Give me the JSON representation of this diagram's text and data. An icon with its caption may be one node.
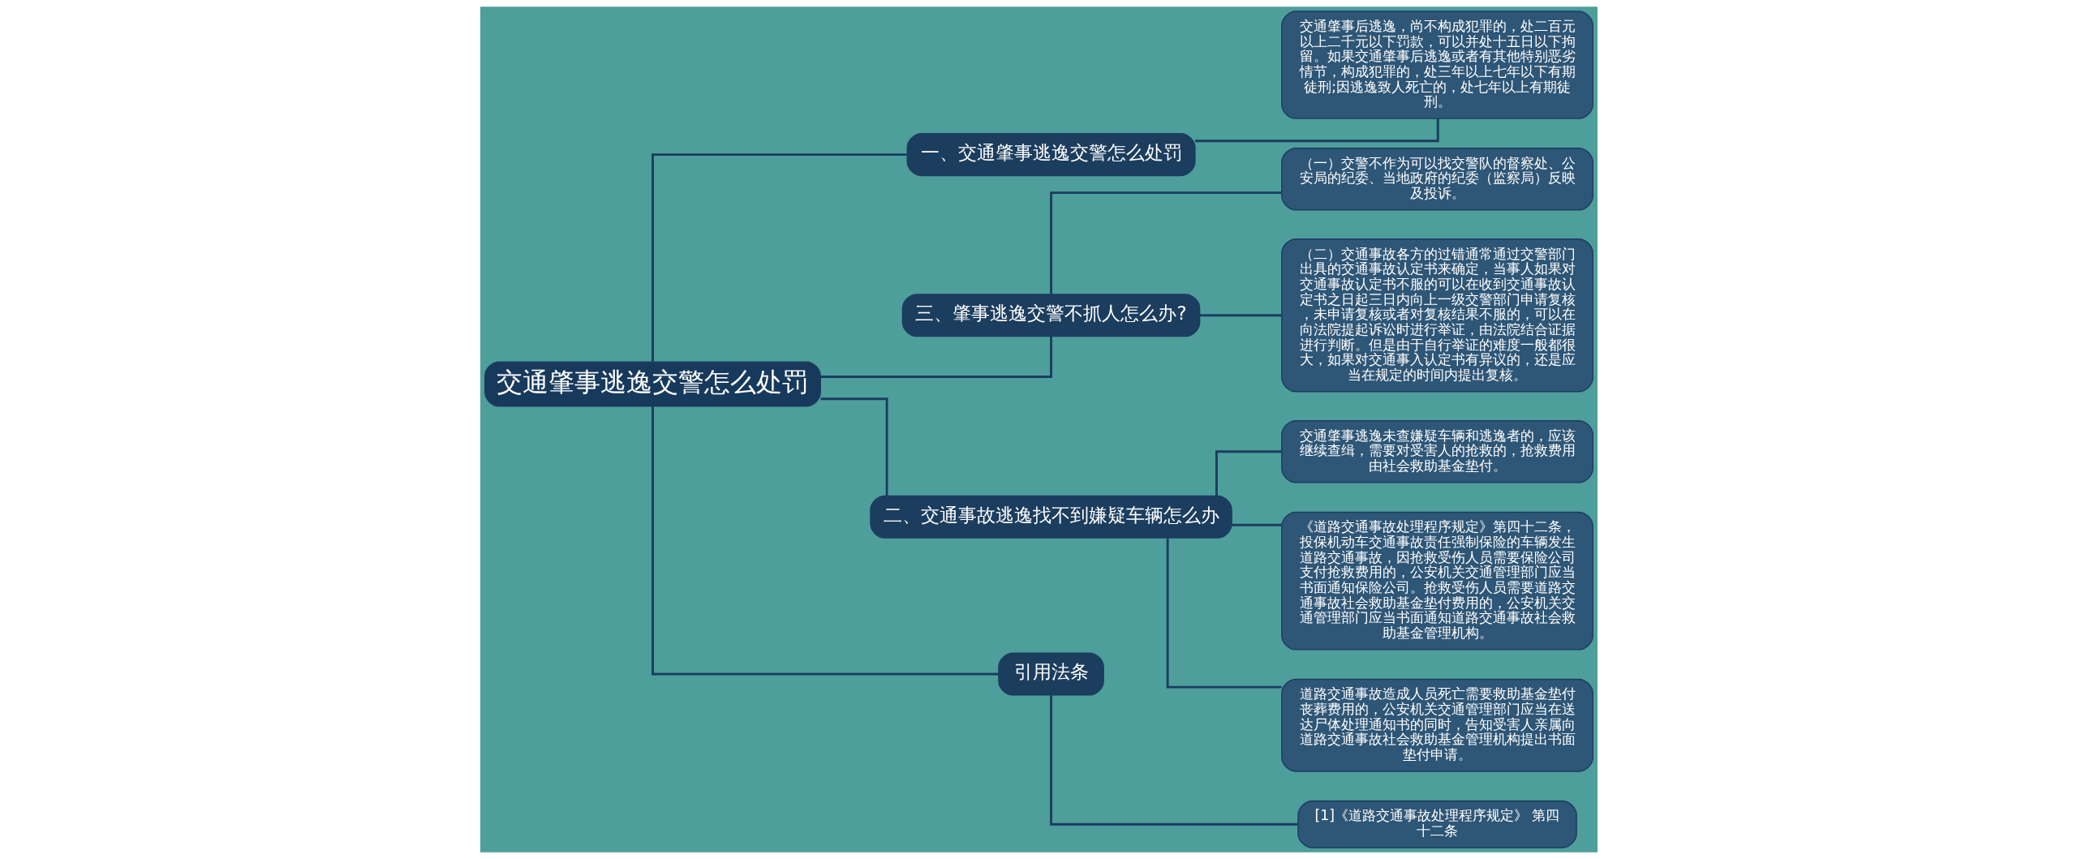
{
  "diagram": {
    "nodes": [
      {
        "text": [
          "交通肇事逃逸交警怎么处罚"
        ]
      },
      {
        "text": [
          "一、交通肇事逃逸交警怎么处罚"
        ]
      },
      {
        "text": [
          "交通肇事后逃逸，尚不构成犯罪的，处二百元以上二千元以下罚款，可以并处十五日以下拘留。如果交通肇事后逃逸或者有其他特别恶劣情节，构成犯罪的，处三年以上七年以下有期徒刑;因逃逸致人死亡的，处七年以上有期徒刑。"
        ]
      },
      {
        "text": [
          "三、肇事逃逸交警不抓人怎么办?"
        ]
      },
      {
        "text": [
          "（一）交警不作为可以找交警队的督察处、公安局的纪委、当地政府的纪委（监察局）反映及投诉。"
        ]
      },
      {
        "text": [
          "（二）交通事故各方的过错通常通过交警部门出具的交通事故认定书来确定，当事人如果对交通事故认定书不服的可以在收到交通事故认定书之日起三日内向上一级交警部门申请复核，未申请复核或者对复核结果不服的，可以在向法院提起诉讼时进行举证，由法院结合证据进行判断。但是由于自行举证的难度一般都很大，如果对交通事入认定书有异议的，还是应当在规定的时间内提出复核。"
        ]
      },
      {
        "text": [
          "二、交通事故逃逸找不到嫌疑车辆怎么办"
        ]
      },
      {
        "text": [
          "交通肇事逃逸未查嫌疑车辆和逃逸者的，应该继续查缉，需要对受害人的抢救的，抢救费用由社会救助基金垫付。"
        ]
      },
      {
        "text": [
          "《道路交通事故处理程序规定》第四十二条，投保机动车交通事故责任强制保险的车辆发生道路交通事故，因抢救受伤人员需要保险公司支付抢救费用的，公安机关交通管理部门应当书面通知保险公司。抢救受伤人员需要道路交通事故社会救助基金垫付费用的，公安机关交通管理部门应当书面通知道路交通事故社会救助基金管理机构。"
        ]
      },
      {
        "text": [
          "道路交通事故造成人员死亡需要救助基金垫付丧葬费用的，公安机关交通管理部门应当在送达尸体处理通知书的同时，告知受害人亲属向道路交通事故社会救助基金管理机构提出书面垫付申请。"
        ]
      },
      {
        "text": [
          "引用法条"
        ]
      },
      {
        "text": [
          "[1]《道路交通事故处理程序规定》 第四十二条"
        ]
      }
    ],
    "edges": [
      {
        "from": 0,
        "to": 1,
        "arrow": "none"
      },
      {
        "from": 1,
        "to": 2,
        "arrow": "none"
      },
      {
        "from": 0,
        "to": 3,
        "arrow": "none"
      },
      {
        "from": 3,
        "to": 4,
        "arrow": "none"
      },
      {
        "from": 3,
        "to": 5,
        "arrow": "none"
      },
      {
        "from": 0,
        "to": 6,
        "arrow": "none"
      },
      {
        "from": 6,
        "to": 7,
        "arrow": "none"
      },
      {
        "from": 6,
        "to": 8,
        "arrow": "none"
      },
      {
        "from": 6,
        "to": 9,
        "arrow": "none"
      },
      {
        "from": 0,
        "to": 10,
        "arrow": "none"
      },
      {
        "from": 10,
        "to": 11,
        "arrow": "none"
      }
    ]
  }
}
